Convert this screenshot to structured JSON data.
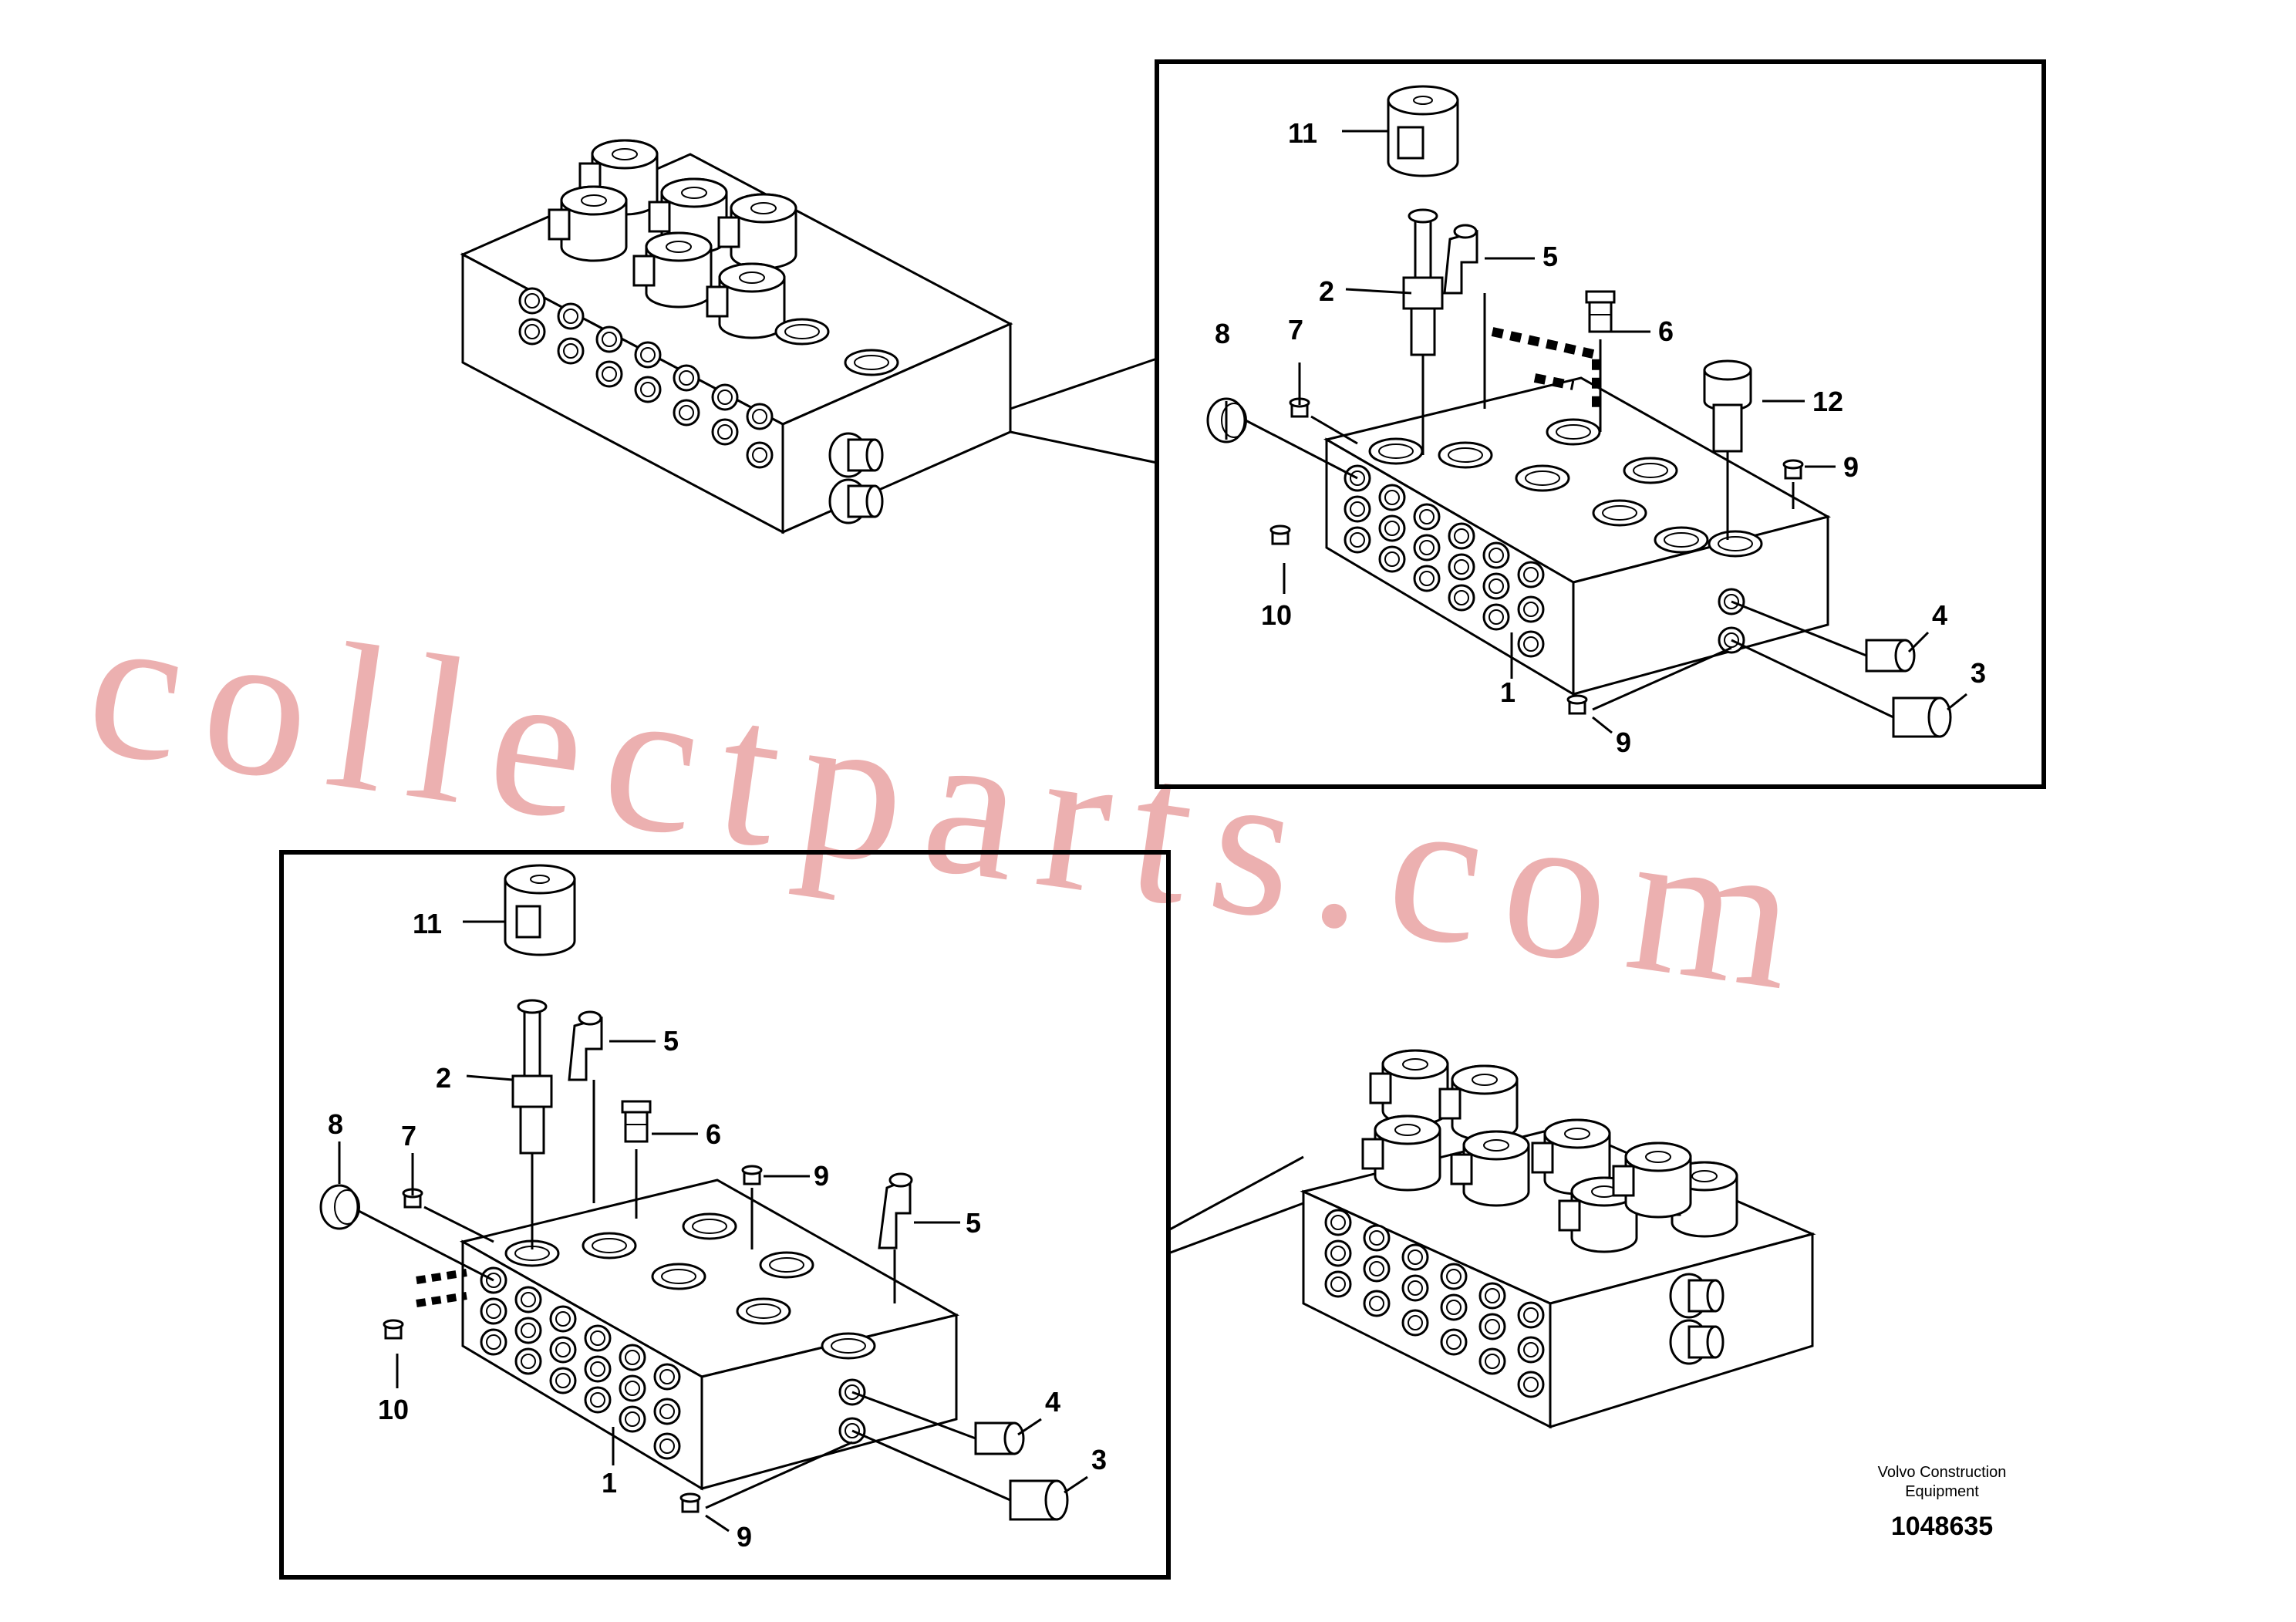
{
  "watermark": "collectparts.com",
  "footer": {
    "company_line1": "Volvo Construction",
    "company_line2": "Equipment",
    "drawing_number": "1048635"
  },
  "top_detail": {
    "labels": {
      "part_11": "11",
      "part_5": "5",
      "part_2": "2",
      "part_6": "6",
      "part_8": "8",
      "part_7": "7",
      "part_12": "12",
      "part_9a": "9",
      "part_10": "10",
      "part_4": "4",
      "part_1": "1",
      "part_3": "3",
      "part_9b": "9"
    }
  },
  "bottom_detail": {
    "labels": {
      "part_11": "11",
      "part_5a": "5",
      "part_2": "2",
      "part_6": "6",
      "part_8": "8",
      "part_7": "7",
      "part_9a": "9",
      "part_5b": "5",
      "part_10": "10",
      "part_4": "4",
      "part_1": "1",
      "part_3": "3",
      "part_9b": "9"
    }
  }
}
